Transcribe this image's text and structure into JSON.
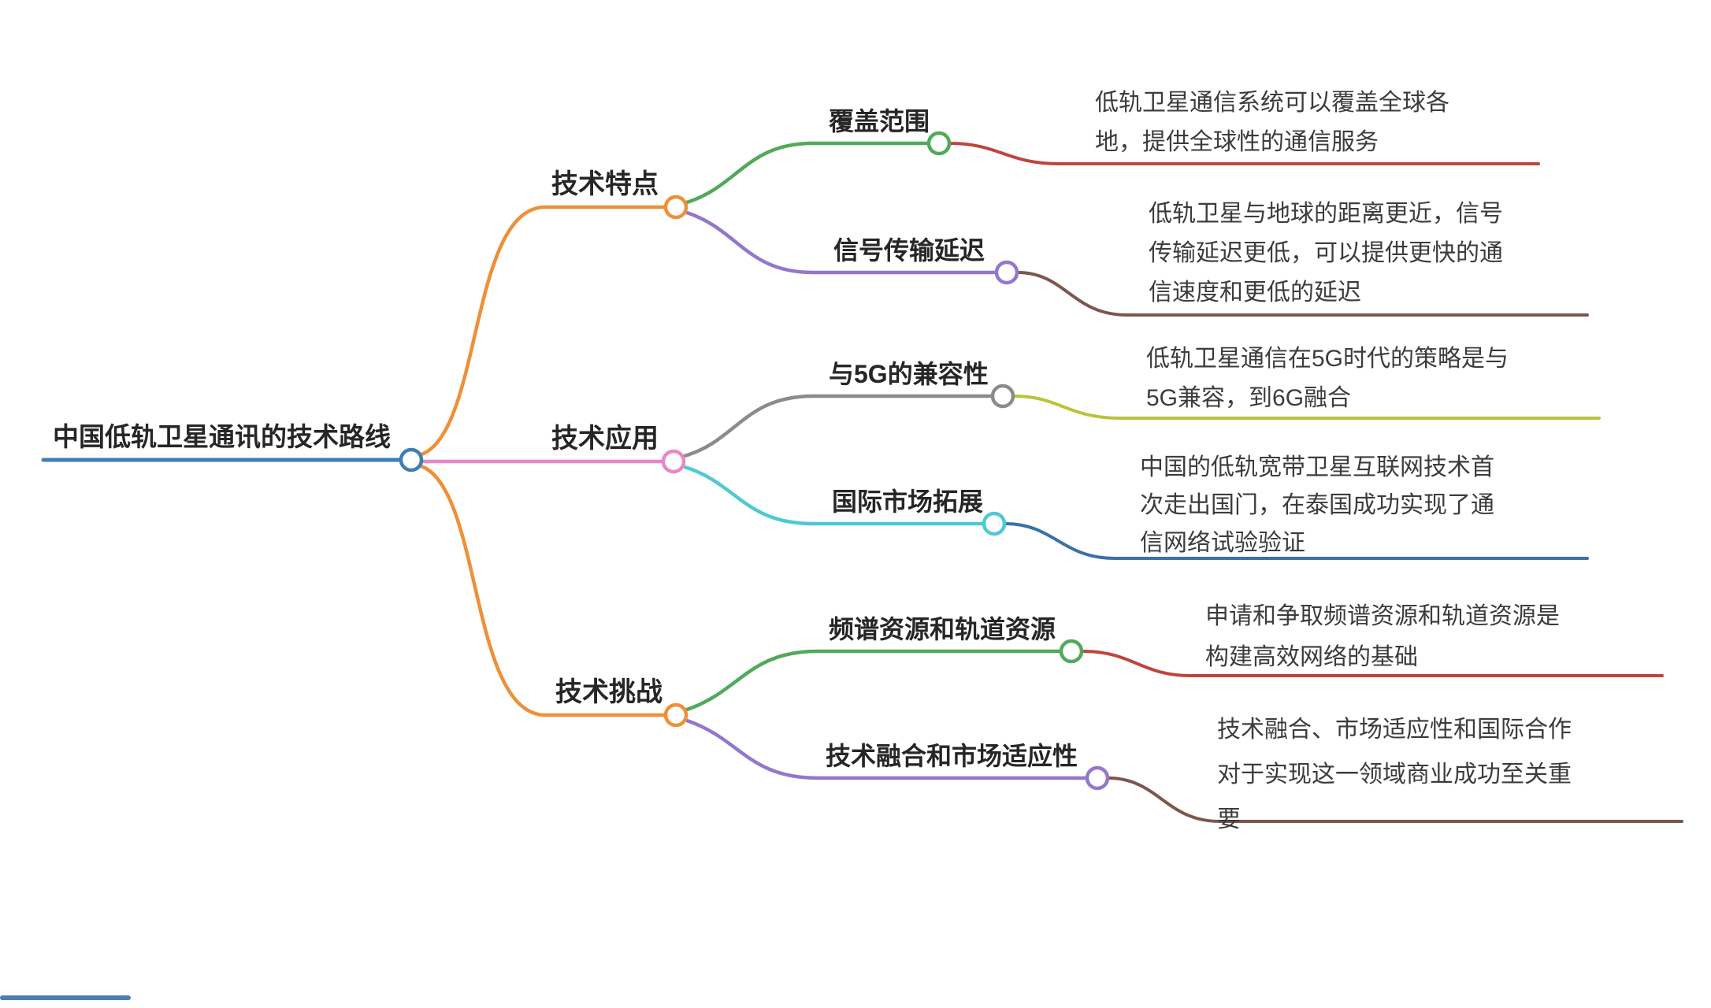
{
  "root": {
    "label": "中国低轨卫星通讯的技术路线",
    "color": "#3f7eb5"
  },
  "branches": [
    {
      "label": "技术特点",
      "color": "#ee9038",
      "children": [
        {
          "label": "覆盖范围",
          "color": "#52a95a",
          "note_color": "#c0443c",
          "note_lines": [
            "低轨卫星通信系统可以覆盖全球各",
            "地，提供全球性的通信服务"
          ]
        },
        {
          "label": "信号传输延迟",
          "color": "#9377cd",
          "note_color": "#7c564d",
          "note_lines": [
            "低轨卫星与地球的距离更近，信号",
            "传输延迟更低，可以提供更快的通",
            "信速度和更低的延迟"
          ]
        }
      ]
    },
    {
      "label": "技术应用",
      "color": "#e987c6",
      "children": [
        {
          "label": "与5G的兼容性",
          "color": "#8b8b8b",
          "note_color": "#b9c33c",
          "note_lines": [
            "低轨卫星通信在5G时代的策略是与",
            "5G兼容，到6G融合"
          ]
        },
        {
          "label": "国际市场拓展",
          "color": "#4fc9d3",
          "note_color": "#3b70a9",
          "note_lines": [
            "中国的低轨宽带卫星互联网技术首",
            "次走出国门，在泰国成功实现了通",
            "信网络试验验证"
          ]
        }
      ]
    },
    {
      "label": "技术挑战",
      "color": "#ee9038",
      "children": [
        {
          "label": "频谱资源和轨道资源",
          "color": "#52a95a",
          "note_color": "#c0443c",
          "note_lines": [
            "申请和争取频谱资源和轨道资源是",
            "构建高效网络的基础"
          ]
        },
        {
          "label": "技术融合和市场适应性",
          "color": "#9377cd",
          "note_color": "#7c564d",
          "note_lines": [
            "技术融合、市场适应性和国际合作",
            "对于实现这一领域商业成功至关重",
            "要"
          ]
        }
      ]
    }
  ],
  "ui": {
    "scrollbar_color": "#4a7fb5"
  }
}
